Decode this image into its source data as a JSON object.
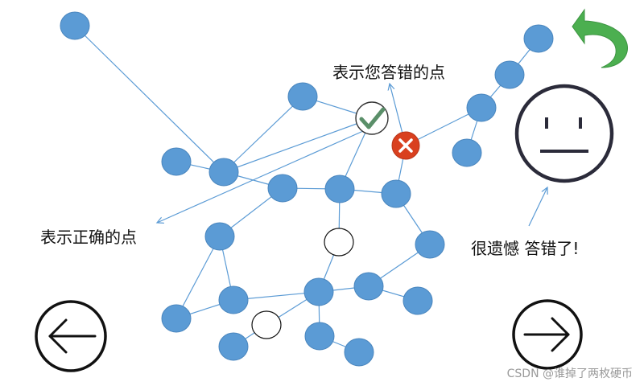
{
  "labels": {
    "wrong_point": "表示您答错的点",
    "correct_point": "表示正确的点",
    "sorry": "很遗憾 答错了!"
  },
  "watermark": "CSDN @谁掉了两枚硬币",
  "colors": {
    "node_fill": "#5b9bd5",
    "edge": "#5b9bd5",
    "correct_marker": "#5a8f69",
    "wrong_marker": "#d9401f",
    "back_arrow": "#4caf50",
    "face": "#2b2b3a",
    "nav_circle": "#111111"
  },
  "icons": {
    "back": "undo-arrow-icon",
    "face": "neutral-face-icon",
    "prev": "arrow-left-circle-icon",
    "next": "arrow-right-circle-icon",
    "correct": "checkmark-icon",
    "wrong": "x-mark-icon"
  }
}
